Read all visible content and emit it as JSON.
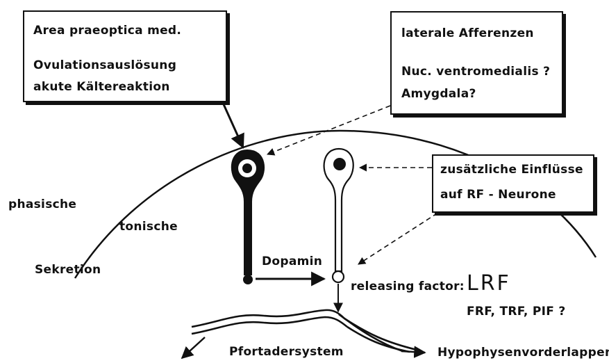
{
  "box_top_left": {
    "line1": "Area praeoptica med.",
    "line2": "Ovulationsauslösung",
    "line3": "akute Kältereaktion"
  },
  "box_top_right": {
    "line1": "laterale Afferenzen",
    "line2": "Nuc. ventromedialis ?",
    "line3": "Amygdala?"
  },
  "box_right": {
    "line1": "zusätzliche Einflüsse",
    "line2": "auf RF - Neurone"
  },
  "labels": {
    "phasische": "phasische",
    "tonische": "tonische",
    "sekretion": "Sekretion",
    "dopamin": "Dopamin",
    "releasing_factor": "releasing factor:",
    "lrf": "LRF",
    "other_factors": "FRF, TRF, PIF ?",
    "pfortadersystem": "Pfortadersystem",
    "hypophysenvorderlappen": "Hypophysenvorderlappen"
  }
}
